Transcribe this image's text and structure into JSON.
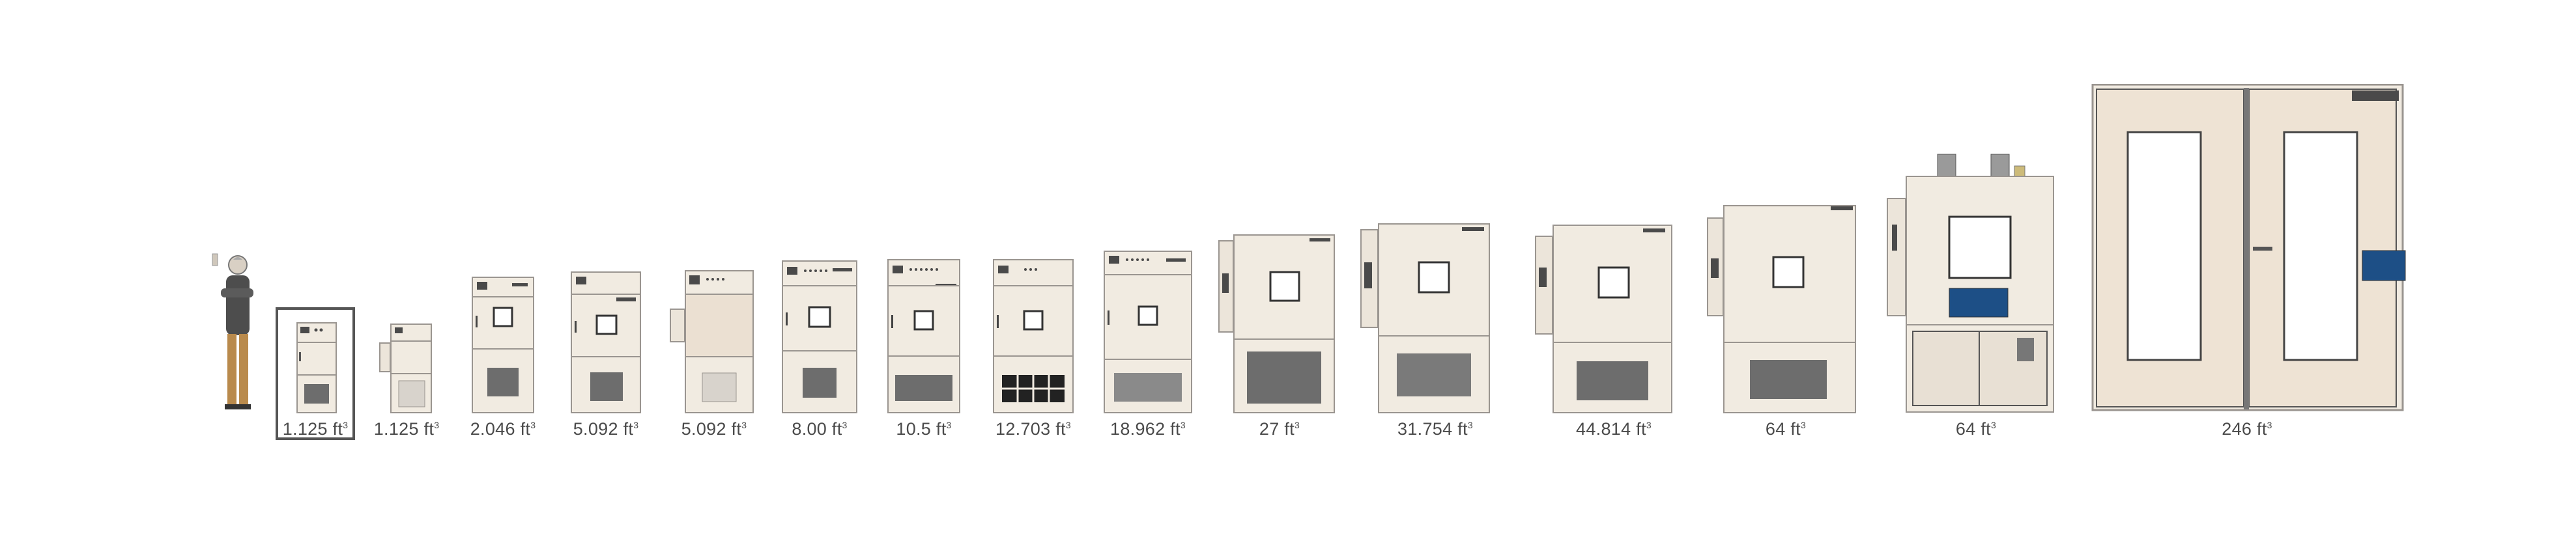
{
  "chambers": [
    {
      "id": "c1",
      "caption": "1.125 ft",
      "unit_sup": "3",
      "selected": true
    },
    {
      "id": "c2",
      "caption": "1.125 ft",
      "unit_sup": "3",
      "selected": false
    },
    {
      "id": "c3",
      "caption": "2.046 ft",
      "unit_sup": "3",
      "selected": false
    },
    {
      "id": "c4",
      "caption": "5.092 ft",
      "unit_sup": "3",
      "selected": false
    },
    {
      "id": "c5",
      "caption": "5.092 ft",
      "unit_sup": "3",
      "selected": false
    },
    {
      "id": "c6",
      "caption": "8.00 ft",
      "unit_sup": "3",
      "selected": false
    },
    {
      "id": "c7",
      "caption": "10.5 ft",
      "unit_sup": "3",
      "selected": false
    },
    {
      "id": "c8",
      "caption": "12.703 ft",
      "unit_sup": "3",
      "selected": false
    },
    {
      "id": "c9",
      "caption": "18.962 ft",
      "unit_sup": "3",
      "selected": false
    },
    {
      "id": "c10",
      "caption": "27 ft",
      "unit_sup": "3",
      "selected": false
    },
    {
      "id": "c11",
      "caption": "31.754 ft",
      "unit_sup": "3",
      "selected": false
    },
    {
      "id": "c12",
      "caption": "44.814 ft",
      "unit_sup": "3",
      "selected": false
    },
    {
      "id": "c13",
      "caption": "64 ft",
      "unit_sup": "3",
      "selected": false
    },
    {
      "id": "c14",
      "caption": "64 ft",
      "unit_sup": "3",
      "selected": false
    },
    {
      "id": "c15",
      "caption": "246 ft",
      "unit_sup": "3",
      "selected": false
    }
  ],
  "colors": {
    "body": "#f1ebe1",
    "outline": "#9a9590",
    "vent": "#6d6d6d",
    "panel": "#4a4a4a",
    "caption": "#4a4a4a",
    "screen": "#1d4f86",
    "human_shirt": "#4d4d4d",
    "human_pants": "#b98a4c"
  }
}
